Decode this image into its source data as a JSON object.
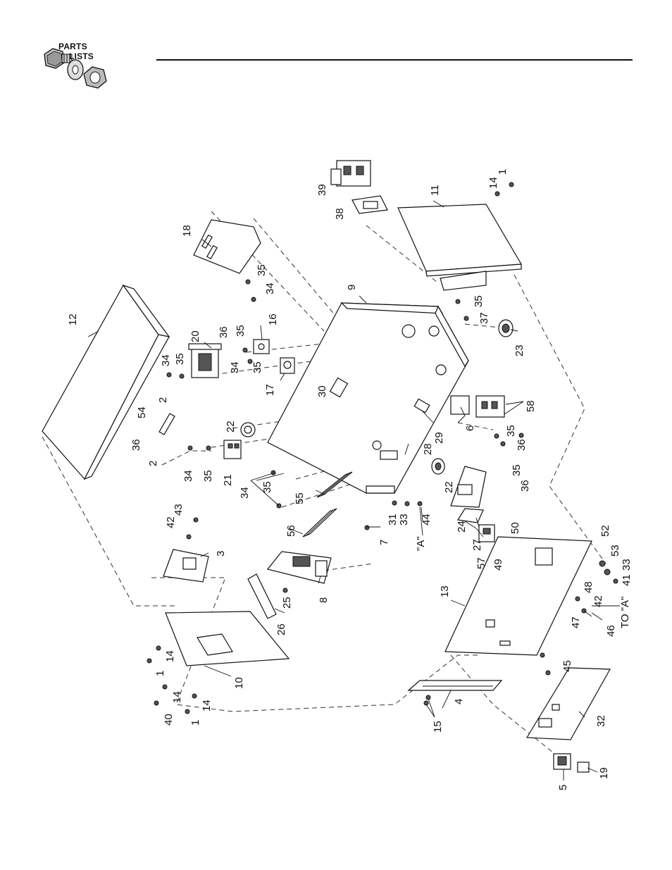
{
  "header": {
    "logo_line1": "PARTS",
    "logo_line2": "LISTS",
    "logo_icon": "nut-bolt-washer-icon"
  },
  "diagram": {
    "callouts": [
      {
        "id": "c1a",
        "text": "1"
      },
      {
        "id": "c14a",
        "text": "14"
      },
      {
        "id": "c11",
        "text": "11"
      },
      {
        "id": "c39",
        "text": "39"
      },
      {
        "id": "c38",
        "text": "38"
      },
      {
        "id": "c18",
        "text": "18"
      },
      {
        "id": "c35a",
        "text": "35"
      },
      {
        "id": "c34a",
        "text": "34"
      },
      {
        "id": "c9",
        "text": "9"
      },
      {
        "id": "c12",
        "text": "12"
      },
      {
        "id": "c20",
        "text": "20"
      },
      {
        "id": "c36a",
        "text": "36"
      },
      {
        "id": "c35b",
        "text": "35"
      },
      {
        "id": "c16",
        "text": "16"
      },
      {
        "id": "c34b",
        "text": "34"
      },
      {
        "id": "c35c",
        "text": "35"
      },
      {
        "id": "c17",
        "text": "17"
      },
      {
        "id": "c34c",
        "text": "34"
      },
      {
        "id": "c35d",
        "text": "35"
      },
      {
        "id": "c35e",
        "text": "35"
      },
      {
        "id": "c37",
        "text": "37"
      },
      {
        "id": "c23",
        "text": "23"
      },
      {
        "id": "c2a",
        "text": "2"
      },
      {
        "id": "c54",
        "text": "54"
      },
      {
        "id": "c36b",
        "text": "36"
      },
      {
        "id": "c2b",
        "text": "2"
      },
      {
        "id": "c30",
        "text": "30"
      },
      {
        "id": "c22a",
        "text": "22"
      },
      {
        "id": "c58",
        "text": "58"
      },
      {
        "id": "c6",
        "text": "6"
      },
      {
        "id": "c35f",
        "text": "35"
      },
      {
        "id": "c36c",
        "text": "36"
      },
      {
        "id": "c34d",
        "text": "34"
      },
      {
        "id": "c35g",
        "text": "35"
      },
      {
        "id": "c21",
        "text": "21"
      },
      {
        "id": "c29",
        "text": "29"
      },
      {
        "id": "c28",
        "text": "28"
      },
      {
        "id": "c34e",
        "text": "34"
      },
      {
        "id": "c35h",
        "text": "35"
      },
      {
        "id": "c55",
        "text": "55"
      },
      {
        "id": "c22b",
        "text": "22"
      },
      {
        "id": "c35i",
        "text": "35"
      },
      {
        "id": "c36d",
        "text": "36"
      },
      {
        "id": "c42a",
        "text": "42"
      },
      {
        "id": "c43",
        "text": "43"
      },
      {
        "id": "c56",
        "text": "56"
      },
      {
        "id": "c31",
        "text": "31"
      },
      {
        "id": "c33a",
        "text": "33"
      },
      {
        "id": "c44",
        "text": "44"
      },
      {
        "id": "c24",
        "text": "24"
      },
      {
        "id": "c7",
        "text": "7"
      },
      {
        "id": "cA1",
        "text": "\"A\""
      },
      {
        "id": "c3",
        "text": "3"
      },
      {
        "id": "c27",
        "text": "27"
      },
      {
        "id": "c50",
        "text": "50"
      },
      {
        "id": "c57",
        "text": "57"
      },
      {
        "id": "c49",
        "text": "49"
      },
      {
        "id": "c52",
        "text": "52"
      },
      {
        "id": "c53",
        "text": "53"
      },
      {
        "id": "c33b",
        "text": "33"
      },
      {
        "id": "c41",
        "text": "41"
      },
      {
        "id": "c8",
        "text": "8"
      },
      {
        "id": "c25",
        "text": "25"
      },
      {
        "id": "c13",
        "text": "13"
      },
      {
        "id": "c48",
        "text": "48"
      },
      {
        "id": "c42b",
        "text": "42"
      },
      {
        "id": "c47",
        "text": "47"
      },
      {
        "id": "c46",
        "text": "46"
      },
      {
        "id": "cToA",
        "text": "TO \"A\""
      },
      {
        "id": "c26",
        "text": "26"
      },
      {
        "id": "c14b",
        "text": "14"
      },
      {
        "id": "c1b",
        "text": "1"
      },
      {
        "id": "c45",
        "text": "45"
      },
      {
        "id": "c10",
        "text": "10"
      },
      {
        "id": "c14c",
        "text": "14"
      },
      {
        "id": "c40",
        "text": "40"
      },
      {
        "id": "c14d",
        "text": "14"
      },
      {
        "id": "c1c",
        "text": "1"
      },
      {
        "id": "c15",
        "text": "15"
      },
      {
        "id": "c4",
        "text": "4"
      },
      {
        "id": "c32",
        "text": "32"
      },
      {
        "id": "c5",
        "text": "5"
      },
      {
        "id": "c19",
        "text": "19"
      }
    ]
  }
}
